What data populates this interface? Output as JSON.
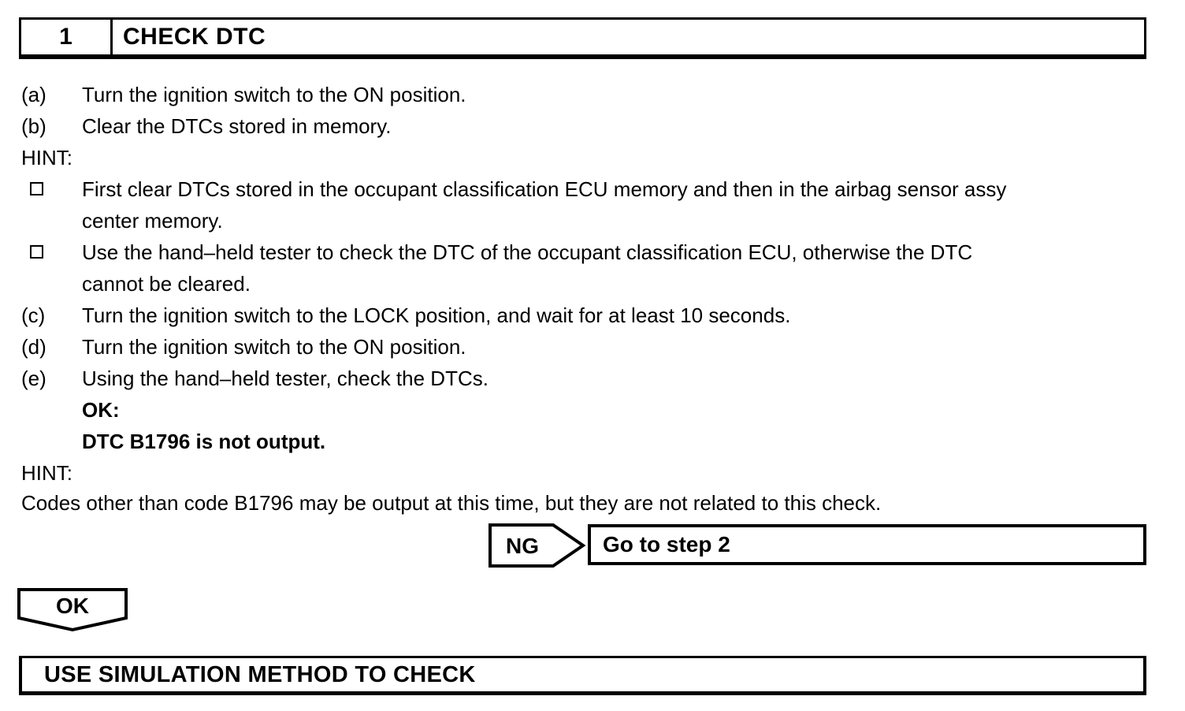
{
  "colors": {
    "ink": "#000000",
    "paper": "#ffffff"
  },
  "step_header": {
    "number": "1",
    "title": "CHECK DTC"
  },
  "procedure_top": [
    {
      "label": "(a)",
      "text": "Turn the ignition switch to the ON position."
    },
    {
      "label": "(b)",
      "text": "Clear the DTCs stored in memory."
    }
  ],
  "hint_top": {
    "label": "HINT:",
    "bullets": [
      {
        "line1": "First clear DTCs stored in the occupant classification ECU memory and then in the airbag sensor assy",
        "line2": "center memory."
      },
      {
        "line1": "Use the hand–held tester to check the DTC of the occupant classification ECU, otherwise the DTC",
        "line2": "cannot be cleared."
      }
    ]
  },
  "procedure_bottom": [
    {
      "label": "(c)",
      "text": "Turn the ignition switch to the LOCK position, and wait for at least 10 seconds."
    },
    {
      "label": "(d)",
      "text": "Turn the ignition switch to the ON position."
    },
    {
      "label": "(e)",
      "text": "Using the hand–held tester, check the DTCs."
    }
  ],
  "ok_criteria": {
    "label": "OK:",
    "value": "DTC B1796 is not output."
  },
  "hint_bottom": {
    "label": "HINT:",
    "text": "Codes other than code B1796 may be output at this time, but they are not related to this check."
  },
  "ng_branch": {
    "badge": "NG",
    "action": "Go to step 2"
  },
  "ok_branch": {
    "badge": "OK"
  },
  "next_step": {
    "title": "USE SIMULATION METHOD TO CHECK"
  }
}
